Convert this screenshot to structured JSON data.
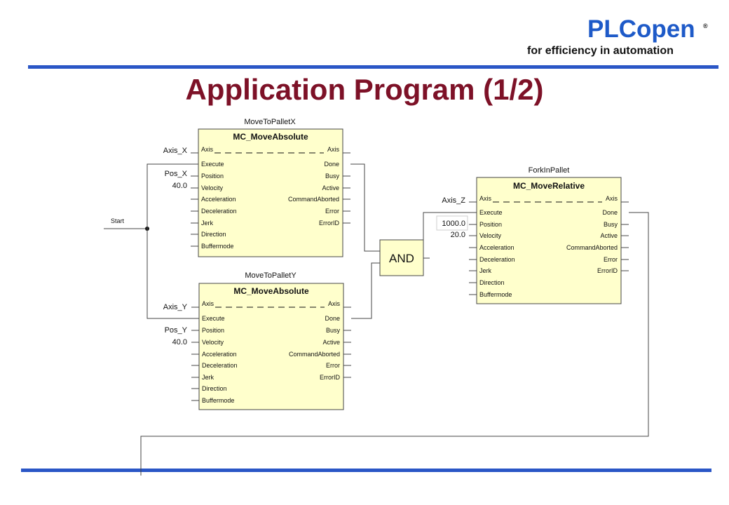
{
  "header": {
    "logo": "PLCopen",
    "registered_mark": "®",
    "tagline": "for efficiency in automation",
    "title": "Application Program (1/2)"
  },
  "diagram": {
    "start_label": "Start",
    "and_label": "AND",
    "blocks": [
      {
        "instance": "MoveToPalletX",
        "type": "MC_MoveAbsolute",
        "axis_in": "Axis",
        "axis_out": "Axis",
        "inputs": [
          "Execute",
          "Position",
          "Velocity",
          "Acceleration",
          "Deceleration",
          "Jerk",
          "Direction",
          "Buffermode"
        ],
        "outputs": [
          "Done",
          "Busy",
          "Active",
          "CommandAborted",
          "Error",
          "ErrorID"
        ],
        "axis_var": "Axis_X",
        "position_var": "Pos_X",
        "velocity_value": "40.0"
      },
      {
        "instance": "MoveToPalletY",
        "type": "MC_MoveAbsolute",
        "axis_in": "Axis",
        "axis_out": "Axis",
        "inputs": [
          "Execute",
          "Position",
          "Velocity",
          "Acceleration",
          "Deceleration",
          "Jerk",
          "Direction",
          "Buffermode"
        ],
        "outputs": [
          "Done",
          "Busy",
          "Active",
          "CommandAborted",
          "Error",
          "ErrorID"
        ],
        "axis_var": "Axis_Y",
        "position_var": "Pos_Y",
        "velocity_value": "40.0"
      },
      {
        "instance": "ForkInPallet",
        "type": "MC_MoveRelative",
        "axis_in": "Axis",
        "axis_out": "Axis",
        "inputs": [
          "Execute",
          "Position",
          "Velocity",
          "Acceleration",
          "Deceleration",
          "Jerk",
          "Direction",
          "Buffermode"
        ],
        "outputs": [
          "Done",
          "Busy",
          "Active",
          "CommandAborted",
          "Error",
          "ErrorID"
        ],
        "axis_var": "Axis_Z",
        "position_value": "1000.0",
        "velocity_value": "20.0"
      }
    ]
  },
  "colors": {
    "brand_blue": "#1e5ac8",
    "rule_blue": "#2a56c6",
    "title_red": "#7d1127",
    "block_fill": "#ffffcc"
  }
}
